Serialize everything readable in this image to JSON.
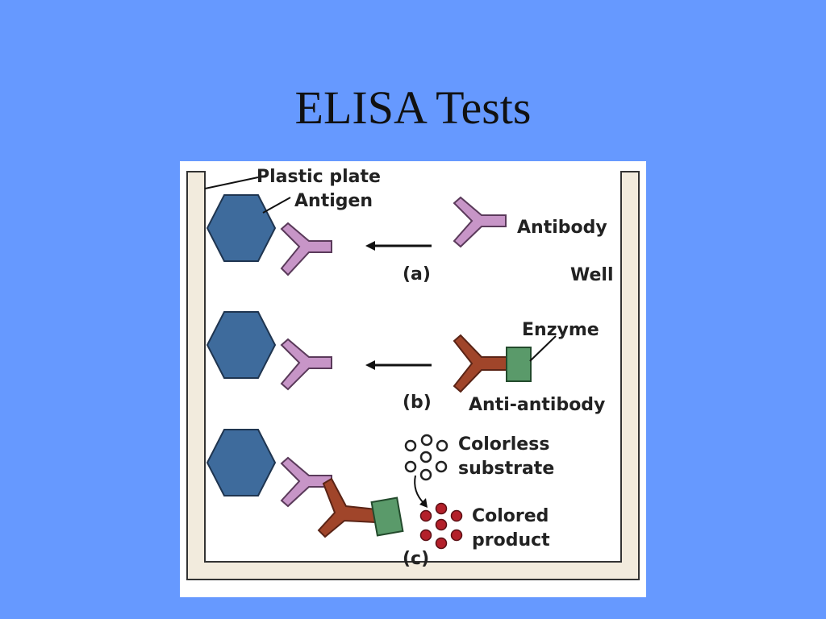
{
  "title": "ELISA Tests",
  "labels": {
    "plastic_plate": "Plastic plate",
    "antigen": "Antigen",
    "antibody": "Antibody",
    "well": "Well",
    "enzyme": "Enzyme",
    "anti_antibody": "Anti-antibody",
    "colorless_line1": "Colorless",
    "colorless_line2": "substrate",
    "colored_line1": "Colored",
    "colored_line2": "product"
  },
  "steps": [
    "(a)",
    "(b)",
    "(c)"
  ],
  "colors": {
    "background": "#6699FF",
    "antigen": "#3E6B9C",
    "antibody": "#C795C7",
    "anti_antibody": "#A0452A",
    "enzyme": "#5A9A6A",
    "colored_product": "#B3202A",
    "well_wall": "#F2EBDD"
  }
}
